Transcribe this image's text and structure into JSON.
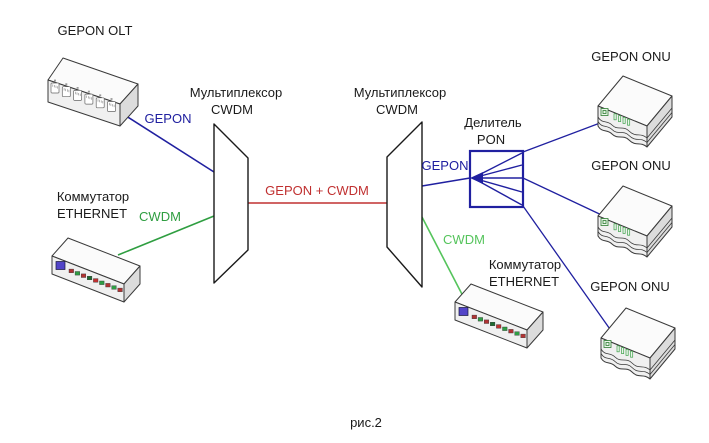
{
  "caption": "рис.2",
  "colors": {
    "gepon_line": "#2020a0",
    "cwdm_line_left": "#2f9e41",
    "cwdm_line_right": "#55c45c",
    "combined_line": "#c03030",
    "splitter_border": "#2020a0",
    "text": "#1a1a1a"
  },
  "nodes": {
    "olt": {
      "label": "GEPON OLT"
    },
    "mux_left": {
      "label_line1": "Мультиплексор",
      "label_line2": "CWDM"
    },
    "mux_right": {
      "label_line1": "Мультиплексор",
      "label_line2": "CWDM"
    },
    "splitter": {
      "label_line1": "Делитель",
      "label_line2": "PON"
    },
    "switch_left": {
      "label_line1": "Коммутатор",
      "label_line2": "ETHERNET"
    },
    "switch_right": {
      "label_line1": "Коммутатор",
      "label_line2": "ETHERNET"
    },
    "onus": [
      {
        "label": "GEPON ONU"
      },
      {
        "label": "GEPON ONU"
      },
      {
        "label": "GEPON ONU"
      }
    ]
  },
  "links": {
    "olt_to_mux": {
      "label": "GEPON"
    },
    "switch_to_mux": {
      "label": "CWDM"
    },
    "mux_to_mux": {
      "label": "GEPON + CWDM"
    },
    "mux_to_splitter": {
      "label": "GEPON"
    },
    "mux_to_switch": {
      "label": "CWDM"
    }
  }
}
